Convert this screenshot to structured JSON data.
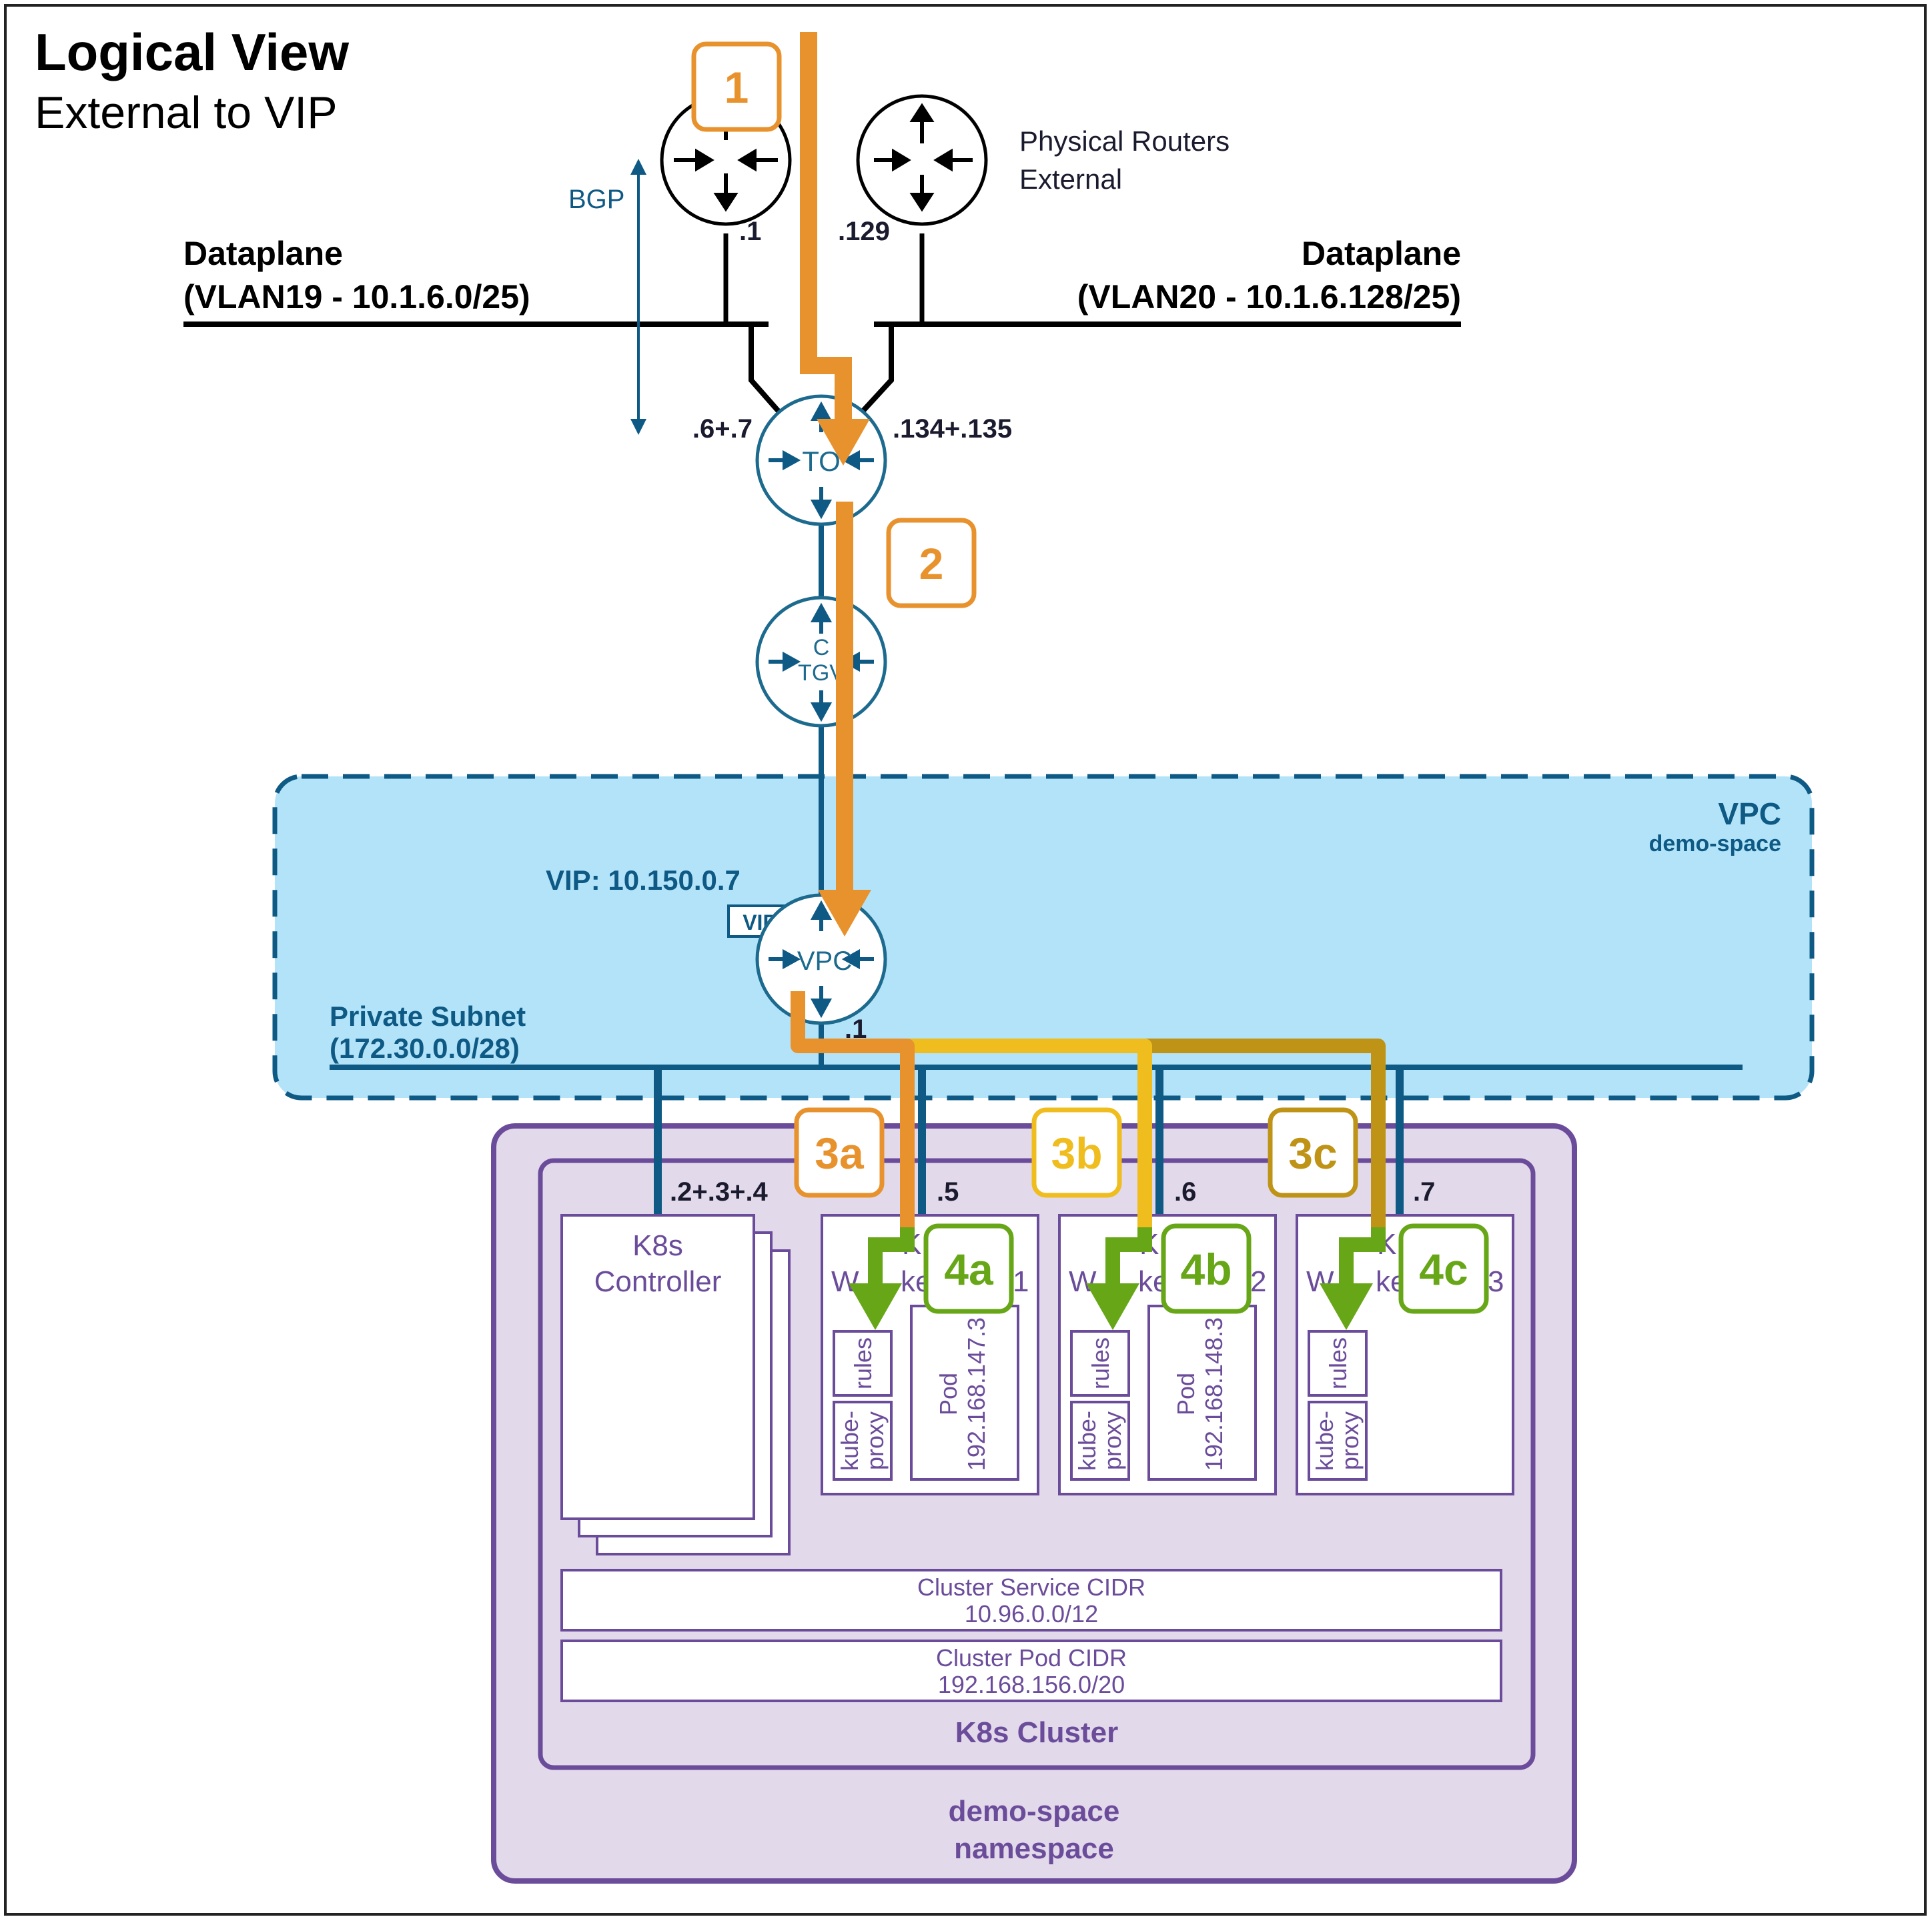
{
  "title": "Logical View",
  "subtitle": "External to VIP",
  "routers": {
    "label_line1": "Physical Routers",
    "label_line2": "External",
    "left_ip": ".1",
    "right_ip": ".129"
  },
  "bgp_label": "BGP",
  "dataplane_left": {
    "line1": "Dataplane",
    "line2": "(VLAN19 - 10.1.6.0/25)"
  },
  "dataplane_right": {
    "line1": "Dataplane",
    "line2": "(VLAN20 - 10.1.6.128/25)"
  },
  "tor": {
    "label": "TO",
    "left_ips": ".6+.7",
    "right_ips": ".134+.135"
  },
  "tgw": {
    "label_line1": "C",
    "label_line2": "TGV"
  },
  "vpc": {
    "title": "VPC",
    "subtitle": "demo-space",
    "vip_address": "VIP: 10.150.0.7",
    "vip_tag": "VIP",
    "router_label": "VPC",
    "router_ip": ".1"
  },
  "private_subnet": {
    "line1": "Private Subnet",
    "line2": "(172.30.0.0/28)"
  },
  "ips": {
    "controller": ".2+.3+.4",
    "worker1": ".5",
    "worker2": ".6",
    "worker3": ".7"
  },
  "controller": {
    "line1": "K8s",
    "line2": "Controller"
  },
  "workers": [
    {
      "line1": "K",
      "line2_left": "W",
      "line2_mid": "ke",
      "line2_right": "1",
      "rules": "rules",
      "proxy1": "kube-",
      "proxy2": "proxy",
      "pod1": "Pod",
      "pod2": "192.168.147.3"
    },
    {
      "line1": "K",
      "line2_left": "W",
      "line2_mid": "ke",
      "line2_right": "2",
      "rules": "rules",
      "proxy1": "kube-",
      "proxy2": "proxy",
      "pod1": "Pod",
      "pod2": "192.168.148.3"
    },
    {
      "line1": "K",
      "line2_left": "W",
      "line2_mid": "ke",
      "line2_right": "3",
      "rules": "rules",
      "proxy1": "kube-",
      "proxy2": "proxy"
    }
  ],
  "cidrs": {
    "service_label": "Cluster Service CIDR",
    "service_value": "10.96.0.0/12",
    "pod_label": "Cluster Pod CIDR",
    "pod_value": "192.168.156.0/20"
  },
  "cluster_label": "K8s Cluster",
  "namespace": {
    "line1": "demo-space",
    "line2": "namespace"
  },
  "steps": {
    "s1": "1",
    "s2": "2",
    "s3a": "3a",
    "s3b": "3b",
    "s3c": "3c",
    "s4a": "4a",
    "s4b": "4b",
    "s4c": "4c"
  },
  "colors": {
    "orange": "#e8922e",
    "yellow": "#f0bd1e",
    "gold": "#bf9316",
    "green": "#66a617",
    "blue": "#0e5a85",
    "vpc_fill": "#b3e3f8",
    "purple": "#6b4c9a",
    "namespace_fill": "#e2d9ea"
  }
}
